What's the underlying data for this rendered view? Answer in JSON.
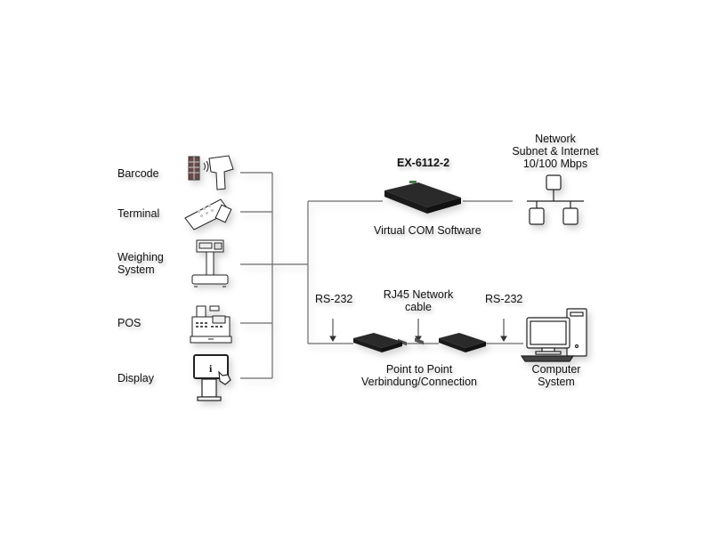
{
  "devices": [
    {
      "label": "Barcode",
      "icon": "barcode-scanner-icon"
    },
    {
      "label": "Terminal",
      "icon": "payment-terminal-icon"
    },
    {
      "label": "Weighing\nSystem",
      "label_line1": "Weighing",
      "label_line2": "System",
      "icon": "weighing-scale-icon"
    },
    {
      "label": "POS",
      "icon": "cash-register-icon"
    },
    {
      "label": "Display",
      "icon": "info-kiosk-icon"
    }
  ],
  "server": {
    "model": "EX-6112-2",
    "caption": "Virtual COM Software",
    "icon": "serial-device-server-icon"
  },
  "network": {
    "line1": "Network",
    "line2": "Subnet & Internet",
    "line3": "10/100 Mbps",
    "icon": "network-topology-icon"
  },
  "point_to_point": {
    "rs232_left": "RS-232",
    "rj45_line1": "RJ45 Network",
    "rj45_line2": "cable",
    "rs232_right": "RS-232",
    "caption_line1": "Point to Point",
    "caption_line2": "Verbindung/Connection"
  },
  "computer": {
    "line1": "Computer",
    "line2": "System",
    "icon": "desktop-computer-icon"
  },
  "colors": {
    "line": "#6b6b6b",
    "device_body": "#1e1e1e",
    "icon_stroke": "#222222"
  }
}
